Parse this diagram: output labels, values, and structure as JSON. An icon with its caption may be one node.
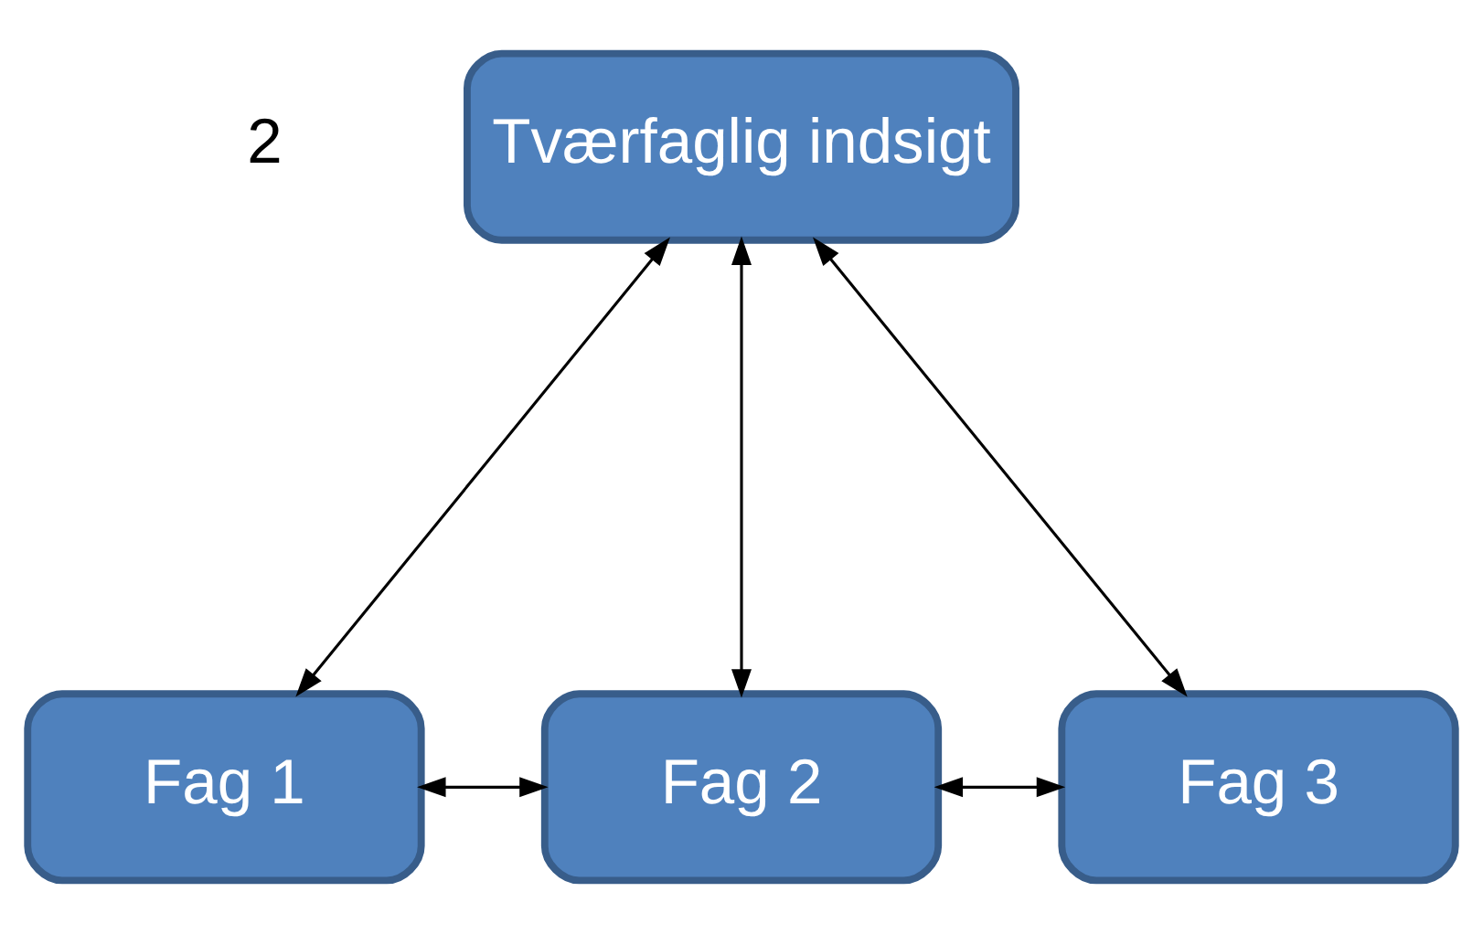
{
  "diagram": {
    "nodes": [
      {
        "text": [
          "Tværfaglig indsigt"
        ]
      },
      {
        "text": [
          "Fag 1"
        ]
      },
      {
        "text": [
          "Fag 2"
        ]
      },
      {
        "text": [
          "Fag 3"
        ]
      }
    ],
    "edges": [
      {
        "from": 0,
        "to": 1,
        "arrow": "both"
      },
      {
        "from": 0,
        "to": 2,
        "arrow": "both"
      },
      {
        "from": 0,
        "to": 3,
        "arrow": "both"
      },
      {
        "from": 1,
        "to": 2,
        "arrow": "both"
      },
      {
        "from": 2,
        "to": 3,
        "arrow": "both"
      }
    ],
    "labels": [
      "2"
    ]
  }
}
